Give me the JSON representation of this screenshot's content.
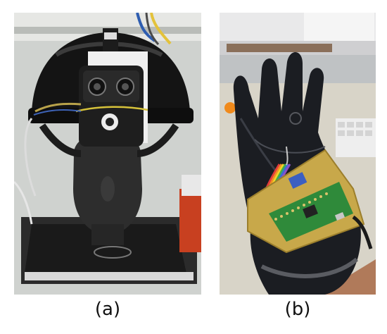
{
  "figure": {
    "panels": [
      {
        "id": "a",
        "caption": "(a)"
      },
      {
        "id": "b",
        "caption": "(b)"
      }
    ]
  },
  "colors": {
    "helmet": "#141414",
    "mannequin": "#2a2a2a",
    "glove": "#1b1d22",
    "pcb": "#c8a84a",
    "pi_board": "#2f8a3a"
  }
}
